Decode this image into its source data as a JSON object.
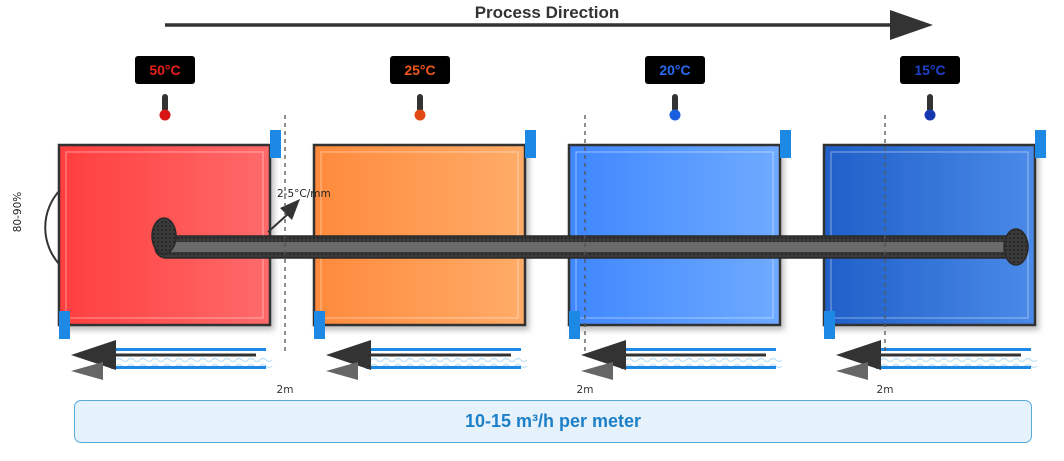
{
  "process_direction": "Process Direction",
  "cooling_rate": "2-5°C/mm",
  "humidity": "80-90%",
  "spacing_label": "2m",
  "flow_rate": "10-15 m³/h per meter",
  "zones": [
    {
      "temp": "50°C",
      "text_color": "#e8201a",
      "bulb_color": "#d81515",
      "fill_start": "#ff3e3e",
      "fill_end": "#ff6a6a"
    },
    {
      "temp": "25°C",
      "text_color": "#f0561e",
      "bulb_color": "#e04a12",
      "fill_start": "#ff8a3c",
      "fill_end": "#ffac68"
    },
    {
      "temp": "20°C",
      "text_color": "#2a6af0",
      "bulb_color": "#1a5ee0",
      "fill_start": "#3f87ff",
      "fill_end": "#6fabff"
    },
    {
      "temp": "15°C",
      "text_color": "#1f3fc8",
      "bulb_color": "#1637b0",
      "fill_start": "#1f5fc8",
      "fill_end": "#4a8ae8"
    }
  ],
  "colors": {
    "accent_blue": "#1e88e5",
    "dark": "#333333",
    "flow_text": "#1d7fc7"
  },
  "icons": [
    "thermometer-icon",
    "arrow-left-icon",
    "arrow-right-icon",
    "water-wave-icon"
  ]
}
